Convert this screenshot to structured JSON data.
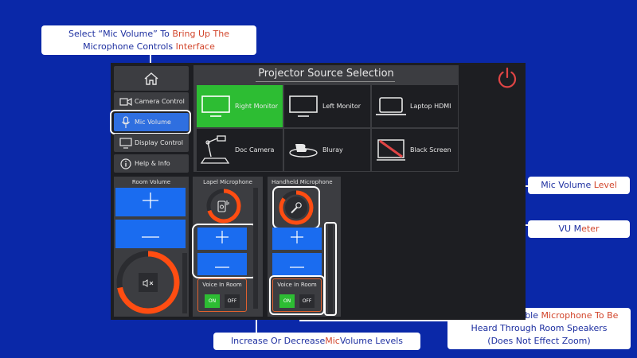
{
  "callouts": {
    "mic_volume": {
      "pre": "Select “Mic Volume” To ",
      "hl": "Bring Up The",
      "line2": "Microphone Controls ",
      "line2_hl": "Interface"
    },
    "mic_level": {
      "pre": "Mic Volume ",
      "hl": "Level"
    },
    "vu_meter": {
      "pre": "VU M",
      "hl": "eter"
    },
    "increase": {
      "pre": "Increase Or Decrease ",
      "hl": "Mic",
      "post": " Volume Levels"
    },
    "enable": {
      "line1_pre": "Enable Or Disable ",
      "line1_hl": "Microphone To Be",
      "line2": "Heard Through Room Speakers",
      "line3": "(Does Not Effect Zoom)"
    }
  },
  "sidebar": {
    "items": [
      {
        "label": "",
        "icon": "home-icon"
      },
      {
        "label": "Camera Control",
        "icon": "camera-icon"
      },
      {
        "label": "Mic Volume",
        "icon": "microphone-icon",
        "active": true
      },
      {
        "label": "Display Control",
        "icon": "display-icon"
      },
      {
        "label": "Help & Info",
        "icon": "info-icon"
      }
    ]
  },
  "sources": {
    "title": "Projector Source Selection",
    "items": [
      {
        "label": "Right Monitor",
        "icon": "monitor-icon",
        "active": true
      },
      {
        "label": "Left Monitor",
        "icon": "monitor-icon"
      },
      {
        "label": "Laptop HDMI",
        "icon": "laptop-icon"
      },
      {
        "label": "Doc Camera",
        "icon": "doc-camera-icon"
      },
      {
        "label": "Bluray",
        "icon": "bluray-icon"
      },
      {
        "label": "Black Screen",
        "icon": "black-screen-icon"
      }
    ]
  },
  "room_volume": {
    "title": "Room Volume",
    "plus": "+",
    "minus": "—",
    "level": 0.72
  },
  "lapel": {
    "title": "Lapel Microphone",
    "plus": "+",
    "minus": "—",
    "vir_label": "Voice In Room",
    "on": "ON",
    "off": "OFF",
    "level": 0.7
  },
  "handheld": {
    "title": "Handheld Microphone",
    "plus": "+",
    "minus": "—",
    "vir_label": "Voice In Room",
    "on": "ON",
    "off": "OFF",
    "level": 0.85
  },
  "colors": {
    "accent_blue": "#1a6cf0",
    "active_green": "#2dbd33",
    "ring_orange": "#ff4d12",
    "power_red": "#e04545",
    "background": "#0a28a8"
  }
}
